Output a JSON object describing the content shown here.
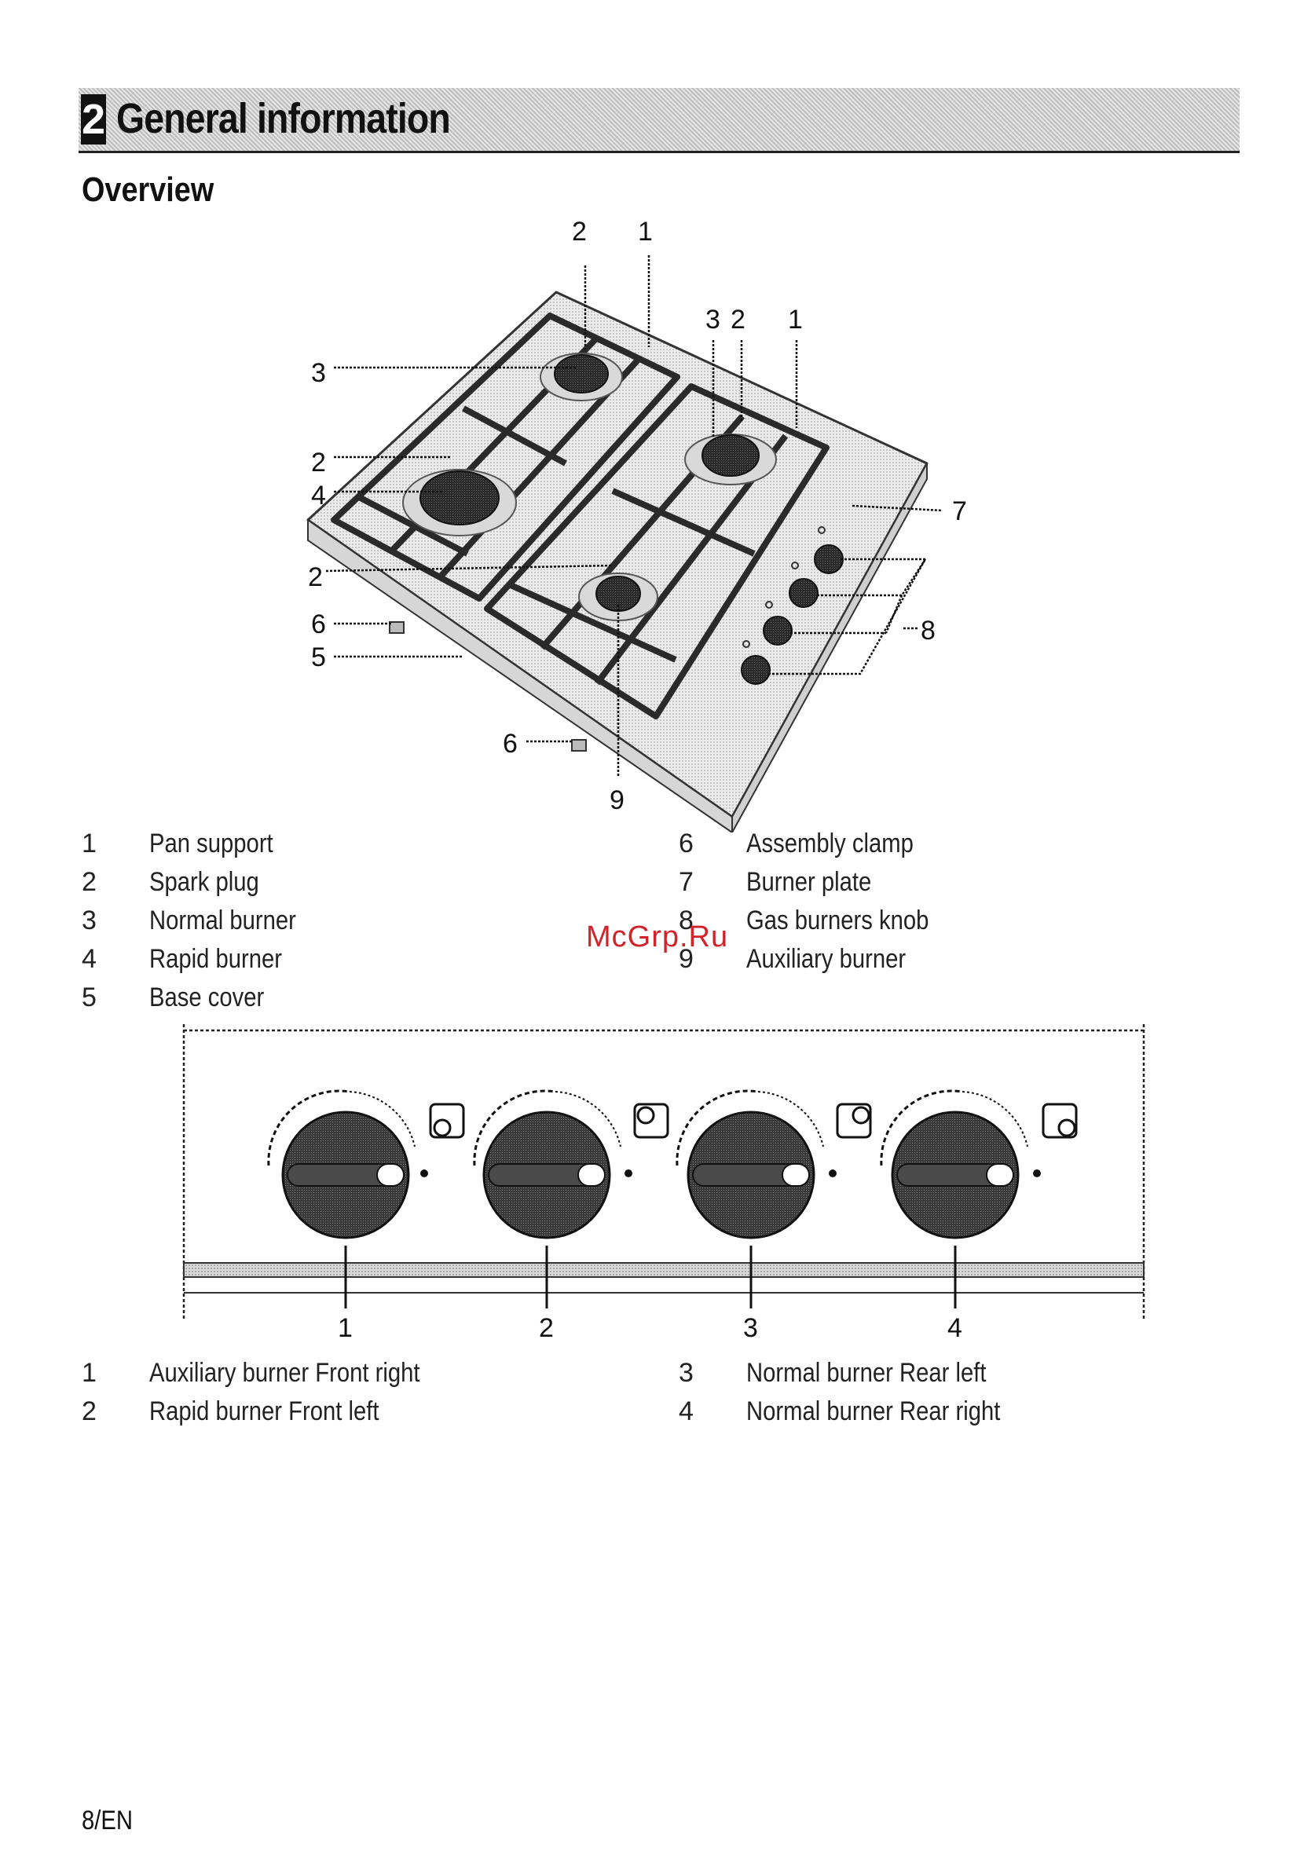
{
  "header": {
    "chapter_number": "2",
    "chapter_title": "General information"
  },
  "section": {
    "title": "Overview"
  },
  "figure1": {
    "callouts": {
      "top_a_2": "2",
      "top_a_1": "1",
      "top_b_3": "3",
      "top_b_2": "2",
      "top_b_1": "1",
      "left_3": "3",
      "left_2a": "2",
      "left_4": "4",
      "left_2b": "2",
      "left_6": "6",
      "left_5": "5",
      "right_7": "7",
      "right_8": "8",
      "bottom_6": "6",
      "bottom_9": "9"
    }
  },
  "legend1": [
    {
      "num": "1",
      "label": "Pan support"
    },
    {
      "num": "2",
      "label": "Spark plug"
    },
    {
      "num": "3",
      "label": "Normal burner"
    },
    {
      "num": "4",
      "label": "Rapid burner"
    },
    {
      "num": "5",
      "label": "Base cover"
    },
    {
      "num": "6",
      "label": "Assembly clamp"
    },
    {
      "num": "7",
      "label": "Burner plate"
    },
    {
      "num": "8",
      "label": "Gas burners knob"
    },
    {
      "num": "9",
      "label": "Auxiliary burner"
    }
  ],
  "watermark": "McGrp.Ru",
  "figure2": {
    "callouts": [
      "1",
      "2",
      "3",
      "4"
    ]
  },
  "legend2": [
    {
      "num": "1",
      "label": "Auxiliary burner Front right"
    },
    {
      "num": "2",
      "label": "Rapid burner Front left"
    },
    {
      "num": "3",
      "label": "Normal burner Rear left"
    },
    {
      "num": "4",
      "label": "Normal burner Rear right"
    }
  ],
  "footer": {
    "page": "8/EN"
  }
}
